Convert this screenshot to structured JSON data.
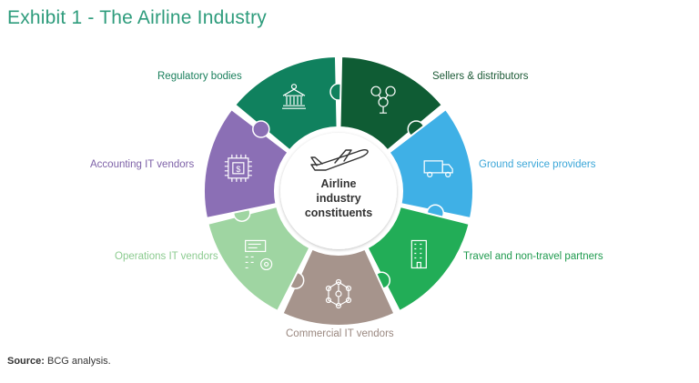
{
  "title": "Exhibit 1 - The Airline Industry",
  "center": {
    "lines": [
      "Airline",
      "industry",
      "constituents"
    ],
    "icon": "airplane-icon"
  },
  "segments": [
    {
      "id": "regulatory",
      "label": "Regulatory bodies",
      "color": "#10815e",
      "label_color": "#1a7f5c",
      "icon": "government-building-icon"
    },
    {
      "id": "sellers",
      "label": "Sellers & distributors",
      "color": "#0f5c34",
      "label_color": "#1c5a36",
      "icon": "people-network-icon"
    },
    {
      "id": "ground",
      "label": "Ground service providers",
      "color": "#3fb0e6",
      "label_color": "#3aa6d8",
      "icon": "truck-icon"
    },
    {
      "id": "travel",
      "label": "Travel and non-travel partners",
      "color": "#22ad57",
      "label_color": "#1e9a4e",
      "icon": "office-building-icon"
    },
    {
      "id": "commercial",
      "label": "Commercial IT vendors",
      "color": "#a6948c",
      "label_color": "#9a8880",
      "icon": "network-nodes-icon"
    },
    {
      "id": "operations",
      "label": "Operations IT vendors",
      "color": "#9fd5a2",
      "label_color": "#8ccb90",
      "icon": "gears-binary-icon"
    },
    {
      "id": "accounting",
      "label": "Accounting IT vendors",
      "color": "#8b6fb5",
      "label_color": "#7e62a8",
      "icon": "dollar-chip-icon"
    }
  ],
  "source": {
    "prefix": "Source:",
    "text": " BCG analysis."
  }
}
